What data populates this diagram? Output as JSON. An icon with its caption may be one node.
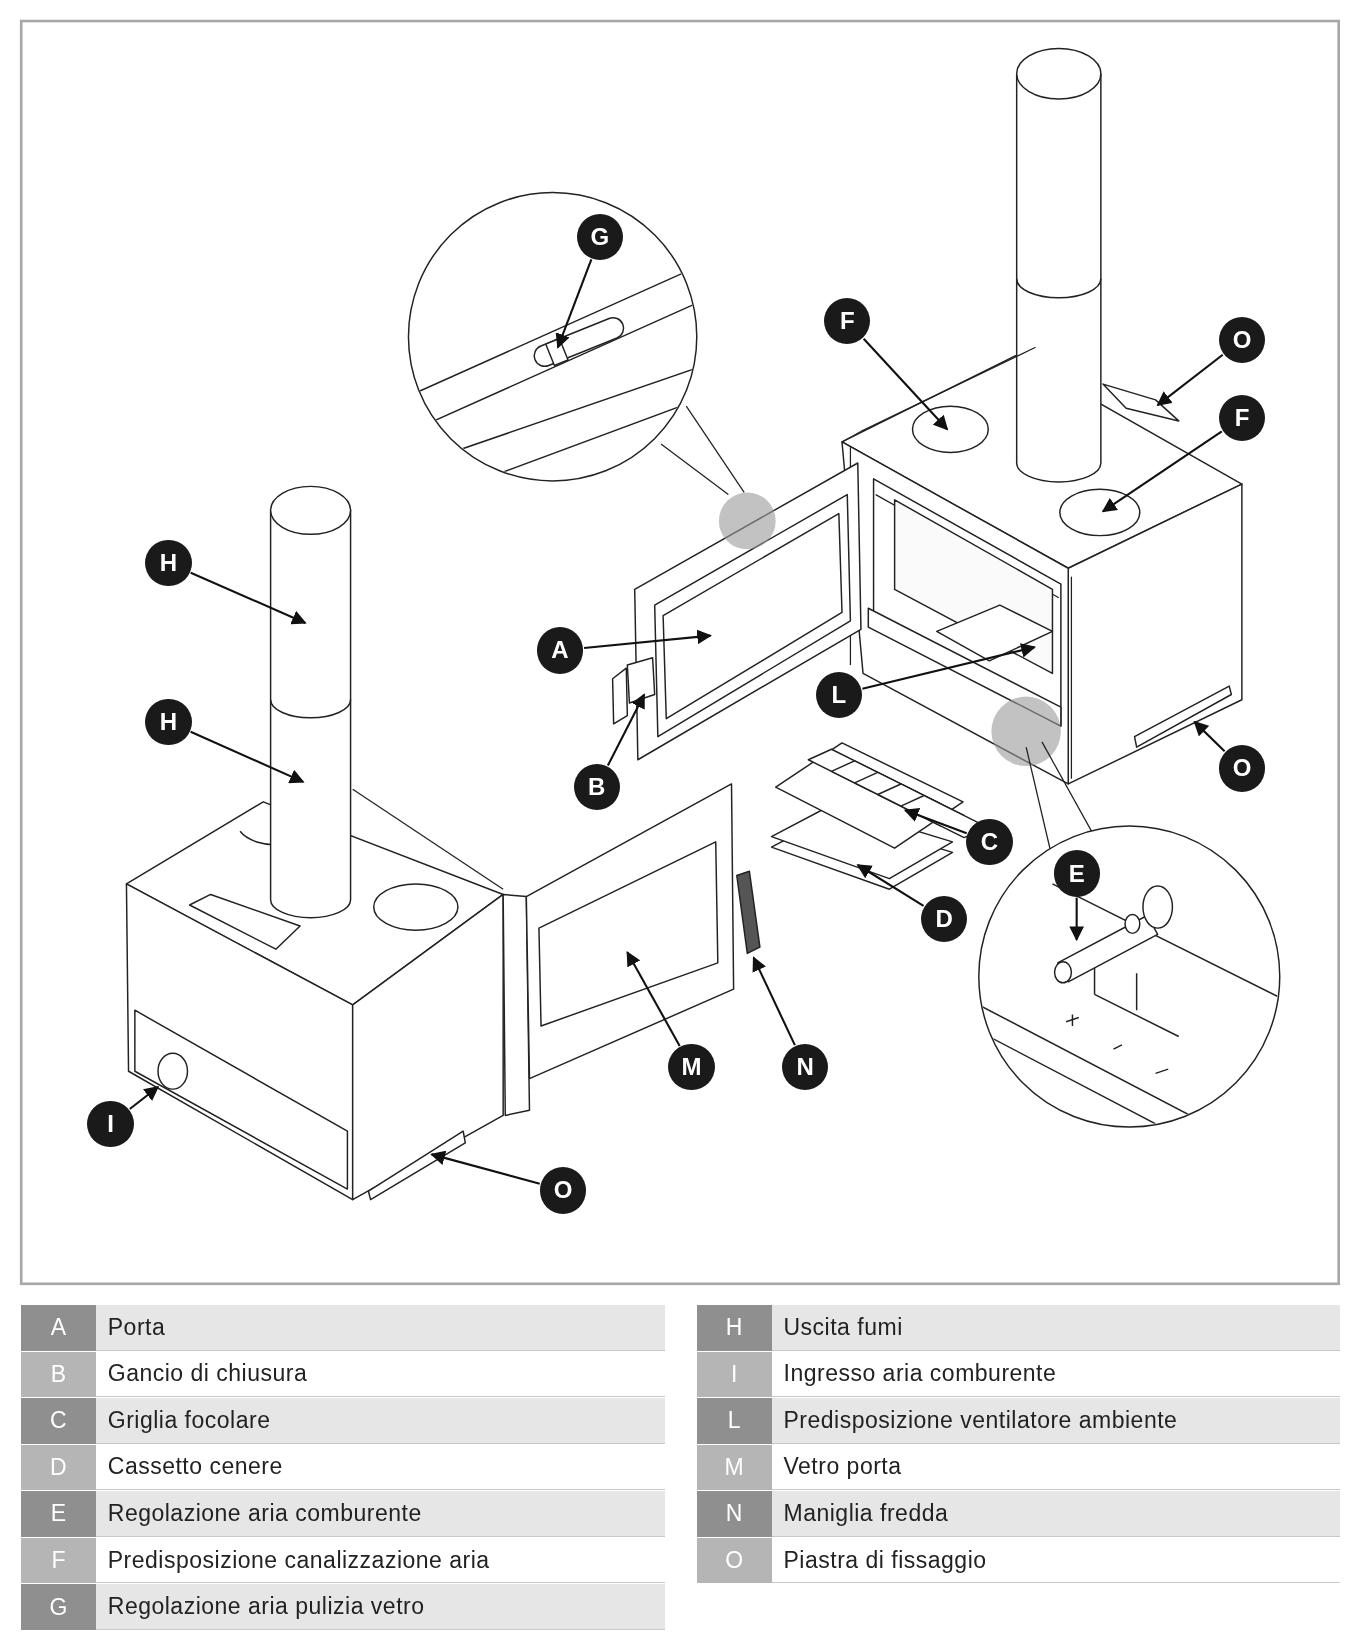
{
  "diagram": {
    "nodes": [
      {
        "text": [
          "G"
        ]
      },
      {
        "text": [
          "F"
        ]
      },
      {
        "text": [
          "O"
        ]
      },
      {
        "text": [
          "F"
        ]
      },
      {
        "text": [
          "H"
        ]
      },
      {
        "text": [
          "A"
        ]
      },
      {
        "text": [
          "L"
        ]
      },
      {
        "text": [
          "H"
        ]
      },
      {
        "text": [
          "B"
        ]
      },
      {
        "text": [
          "O"
        ]
      },
      {
        "text": [
          "C"
        ]
      },
      {
        "text": [
          "E"
        ]
      },
      {
        "text": [
          "D"
        ]
      },
      {
        "text": [
          "M"
        ]
      },
      {
        "text": [
          "N"
        ]
      },
      {
        "text": [
          "I"
        ]
      },
      {
        "text": [
          "O"
        ]
      }
    ],
    "edges": [
      {
        "from": 0,
        "to": null,
        "arrow": "to"
      },
      {
        "from": 1,
        "to": null,
        "arrow": "to"
      },
      {
        "from": 2,
        "to": null,
        "arrow": "to"
      },
      {
        "from": 3,
        "to": null,
        "arrow": "to"
      },
      {
        "from": 4,
        "to": null,
        "arrow": "to"
      },
      {
        "from": 5,
        "to": null,
        "arrow": "to"
      },
      {
        "from": 6,
        "to": null,
        "arrow": "to"
      },
      {
        "from": 7,
        "to": null,
        "arrow": "to"
      },
      {
        "from": 8,
        "to": null,
        "arrow": "to"
      },
      {
        "from": 9,
        "to": null,
        "arrow": "to"
      },
      {
        "from": 10,
        "to": null,
        "arrow": "to"
      },
      {
        "from": 11,
        "to": null,
        "arrow": "to"
      },
      {
        "from": 12,
        "to": null,
        "arrow": "to"
      },
      {
        "from": 13,
        "to": null,
        "arrow": "to"
      },
      {
        "from": 14,
        "to": null,
        "arrow": "to"
      },
      {
        "from": 15,
        "to": null,
        "arrow": "to"
      },
      {
        "from": 16,
        "to": null,
        "arrow": "to"
      }
    ],
    "labels": [
      "A",
      "Porta",
      "B",
      "Gancio di chiusura",
      "C",
      "Griglia focolare",
      "D",
      "Cassetto cenere",
      "E",
      "Regolazione aria comburente",
      "F",
      "Predisposizione canalizzazione aria",
      "G",
      "Regolazione aria pulizia vetro",
      "H",
      "Uscita fumi",
      "I",
      "Ingresso aria comburente",
      "L",
      "Predisposizione ventilatore ambiente",
      "M",
      "Vetro porta",
      "N",
      "Maniglia fredda",
      "O",
      "Piastra di fissaggio"
    ]
  }
}
